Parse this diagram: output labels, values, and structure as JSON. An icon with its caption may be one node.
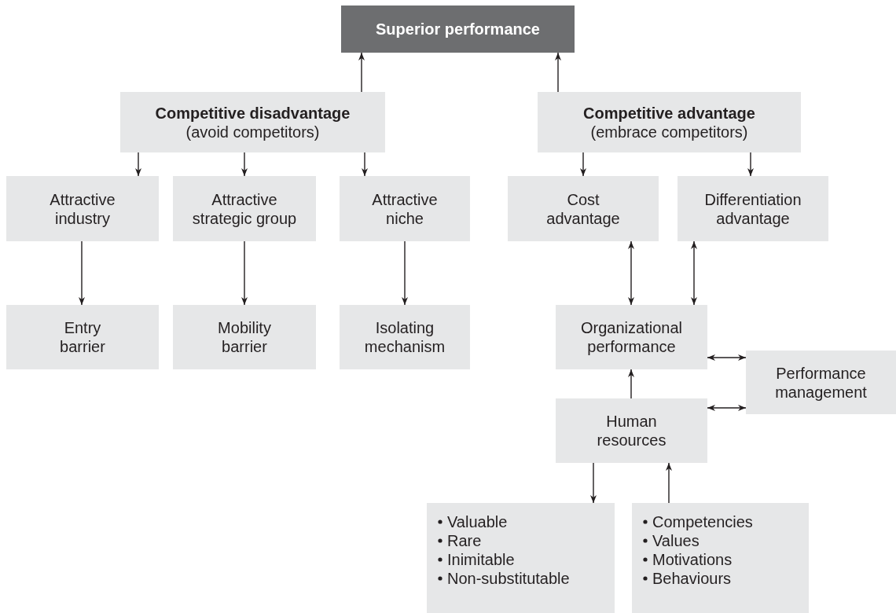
{
  "diagram": {
    "nodes": [
      {
        "text": [
          "Superior performance"
        ]
      },
      {
        "text": [
          "Competitive disadvantage",
          "(avoid competitors)"
        ]
      },
      {
        "text": [
          "Competitive advantage",
          "(embrace competitors)"
        ]
      },
      {
        "text": [
          "Attractive industry"
        ]
      },
      {
        "text": [
          "Attractive strategic group"
        ]
      },
      {
        "text": [
          "Attractive niche"
        ]
      },
      {
        "text": [
          "Cost advantage"
        ]
      },
      {
        "text": [
          "Differentiation advantage"
        ]
      },
      {
        "text": [
          "Entry barrier"
        ]
      },
      {
        "text": [
          "Mobility barrier"
        ]
      },
      {
        "text": [
          "Isolating mechanism"
        ]
      },
      {
        "text": [
          "Organizational performance"
        ]
      },
      {
        "text": [
          "Performance management"
        ]
      },
      {
        "text": [
          "Human resources"
        ]
      },
      {
        "text": [
          "Valuable",
          "Rare",
          "Inimitable",
          "Non-substitutable"
        ]
      },
      {
        "text": [
          "Competencies",
          "Values",
          "Motivations",
          "Behaviours"
        ]
      }
    ],
    "edges": [
      {
        "from": 1,
        "to": 0,
        "arrow": "to"
      },
      {
        "from": 2,
        "to": 0,
        "arrow": "to"
      },
      {
        "from": 1,
        "to": 3,
        "arrow": "to"
      },
      {
        "from": 1,
        "to": 4,
        "arrow": "to"
      },
      {
        "from": 1,
        "to": 5,
        "arrow": "to"
      },
      {
        "from": 2,
        "to": 6,
        "arrow": "to"
      },
      {
        "from": 2,
        "to": 7,
        "arrow": "to"
      },
      {
        "from": 3,
        "to": 8,
        "arrow": "to"
      },
      {
        "from": 4,
        "to": 9,
        "arrow": "to"
      },
      {
        "from": 5,
        "to": 10,
        "arrow": "to"
      },
      {
        "from": 6,
        "to": 11,
        "arrow": "both"
      },
      {
        "from": 7,
        "to": 11,
        "arrow": "both"
      },
      {
        "from": 13,
        "to": 11,
        "arrow": "to"
      },
      {
        "from": 11,
        "to": 12,
        "arrow": "both"
      },
      {
        "from": 13,
        "to": 12,
        "arrow": "both"
      },
      {
        "from": 13,
        "to": 14,
        "arrow": "to"
      },
      {
        "from": 15,
        "to": 13,
        "arrow": "to"
      }
    ]
  }
}
